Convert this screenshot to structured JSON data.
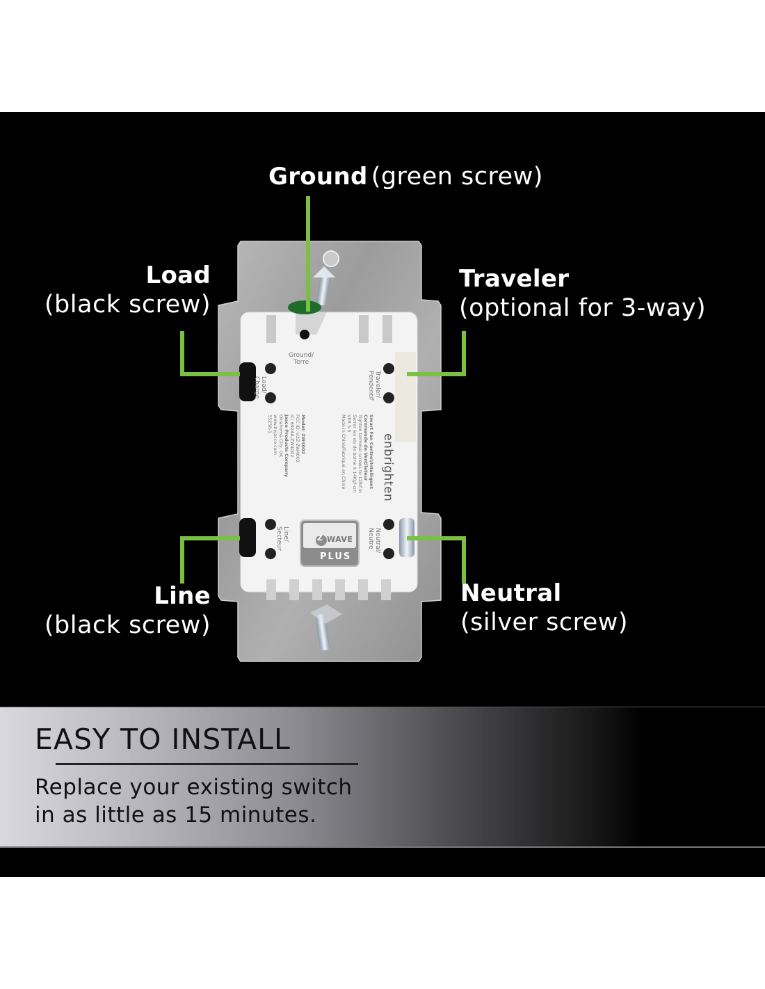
{
  "callouts": {
    "ground": {
      "title": "Ground",
      "subtitle": "(green screw)"
    },
    "load": {
      "title": "Load",
      "subtitle": "(black screw)"
    },
    "traveler": {
      "title": "Traveler",
      "subtitle": "(optional for 3-way)"
    },
    "line": {
      "title": "Line",
      "subtitle": "(black screw)"
    },
    "neutral": {
      "title": "Neutral",
      "subtitle": "(silver screw)"
    }
  },
  "device": {
    "terminal_labels": {
      "ground": "Ground/",
      "ground_fr": "Terre",
      "load": "Load/",
      "load_fr": "Charge",
      "traveler": "Traveler/",
      "traveler_fr": "Pendentif",
      "line": "Line/",
      "line_fr": "Secteur",
      "neutral": "Neutral/",
      "neutral_fr": "Neutre"
    },
    "brand": "enbrighten",
    "product_lines": [
      "Smart Fan Control/Intelligent",
      "Commande de Ventilateur",
      "Tighten terminal screws to 12lbf-in",
      "Serrer les vis de borne à 14Kgf-cm",
      "VER 5.5",
      "Made in China/Fabriqué en Chine"
    ],
    "model_lines": [
      "Model: ZW4002",
      "FCC ID: U2Z-ZW4002",
      "IC: 6924A-ZW4002",
      "Jasco Products Company",
      "Oklahoma City, OK",
      "www.byjasco.com",
      "55258-1"
    ],
    "badge": {
      "top": "WAVE",
      "z": "Z",
      "bottom": "PLUS"
    }
  },
  "banner": {
    "title": "EASY TO INSTALL",
    "text_line1": "Replace your existing switch",
    "text_line2": "in as little as 15 minutes."
  },
  "colors": {
    "leader_green": "#7ac143",
    "background": "#000000",
    "ground_screw": "#1e6b2c"
  }
}
